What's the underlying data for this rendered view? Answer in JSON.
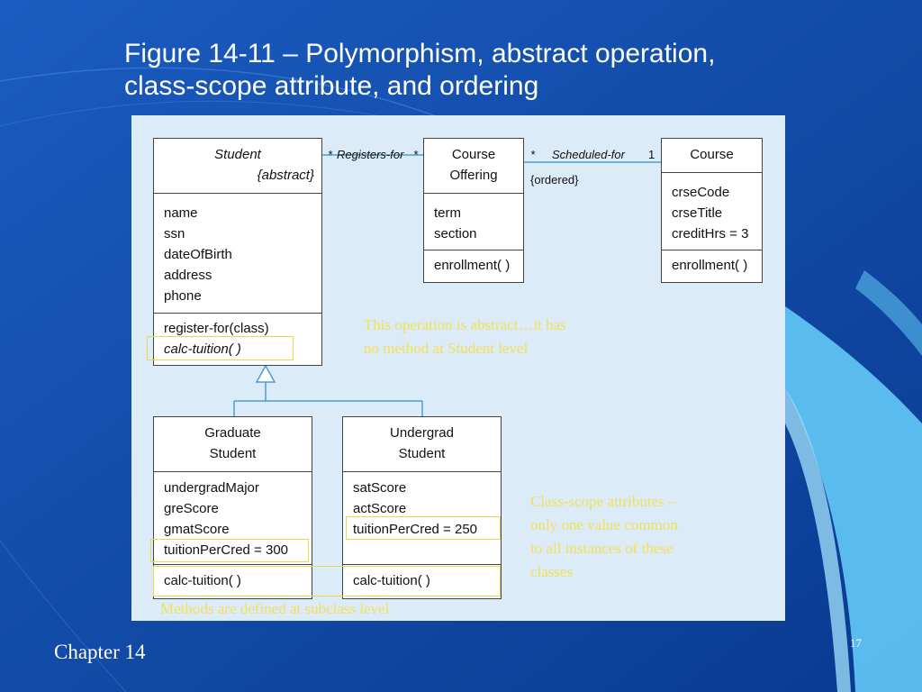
{
  "slide": {
    "title_line1": "Figure 14-11 – Polymorphism, abstract operation,",
    "title_line2": "class-scope attribute, and ordering",
    "footer": "Chapter 14",
    "page_number": "17"
  },
  "diagram": {
    "student": {
      "name": "Student",
      "stereotype": "{abstract}",
      "attributes": [
        "name",
        "ssn",
        "dateOfBirth",
        "address",
        "phone"
      ],
      "operations": [
        "register-for(class)",
        "calc-tuition( )"
      ]
    },
    "course_offering": {
      "name_line1": "Course",
      "name_line2": "Offering",
      "constraint": "{ordered}",
      "attributes": [
        "term",
        "section"
      ],
      "operations": [
        "enrollment( )"
      ]
    },
    "course": {
      "name": "Course",
      "attributes": [
        "crseCode",
        "crseTitle",
        "creditHrs = 3"
      ],
      "operations": [
        "enrollment( )"
      ]
    },
    "graduate_student": {
      "name_line1": "Graduate",
      "name_line2": "Student",
      "attributes": [
        "undergradMajor",
        "greScore",
        "gmatScore",
        "tuitionPerCred = 300"
      ],
      "operations": [
        "calc-tuition( )"
      ]
    },
    "undergrad_student": {
      "name_line1": "Undergrad",
      "name_line2": "Student",
      "attributes": [
        "satScore",
        "actScore",
        "tuitionPerCred = 250"
      ],
      "operations": [
        "calc-tuition( )"
      ]
    },
    "associations": {
      "registers_for": {
        "mult_left": "*",
        "label": "Registers-for",
        "mult_right": "*"
      },
      "scheduled_for": {
        "mult_left": "*",
        "label": "Scheduled-for",
        "mult_right": "1"
      }
    },
    "notes": {
      "abstract_op": [
        "This operation is abstract…it has",
        "no method at Student level"
      ],
      "class_scope": [
        "Class-scope attributes –",
        "only one value common",
        "to all instances of these",
        "classes"
      ],
      "methods": "Methods are defined at subclass level"
    }
  },
  "colors": {
    "background": "#0a3f9c",
    "panel": "#dcebf8",
    "highlight": "#e8d84a",
    "connector": "#4a9cd6",
    "note_text": "#f3e05a"
  }
}
